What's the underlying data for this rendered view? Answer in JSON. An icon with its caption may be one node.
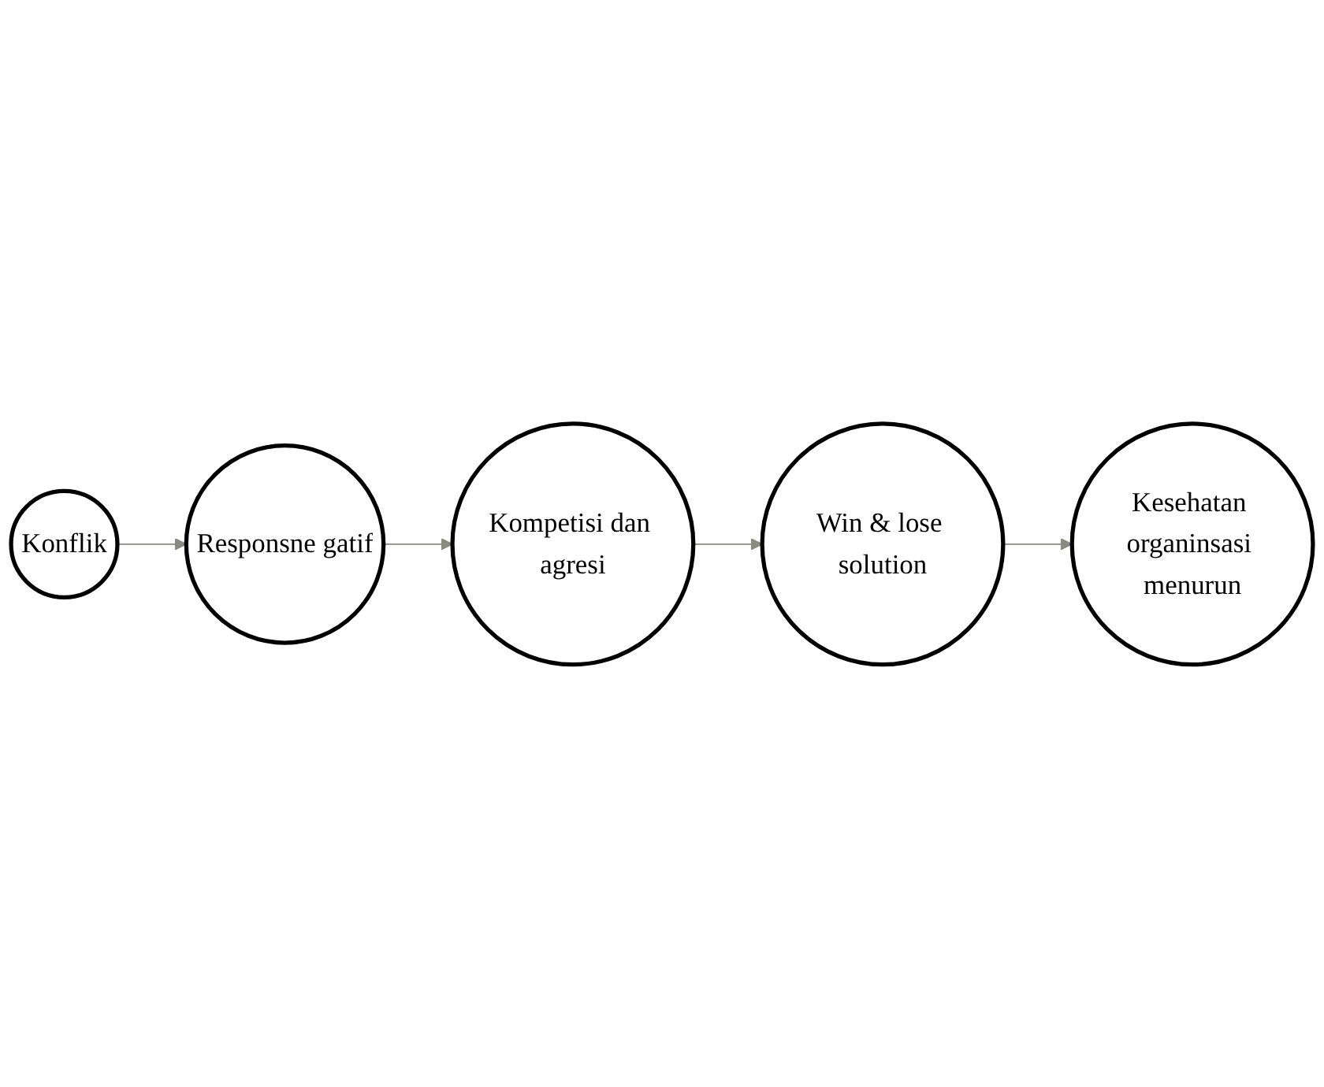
{
  "diagram": {
    "nodes": [
      {
        "text": [
          "Konflik"
        ]
      },
      {
        "text": [
          "Responsne gatif"
        ]
      },
      {
        "text": [
          "Kompetisi dan agresi"
        ]
      },
      {
        "text": [
          "Win & lose solution"
        ]
      },
      {
        "text": [
          "Kesehatan organinsasi menurun"
        ]
      }
    ],
    "edges": [
      {
        "from": 0,
        "to": 1,
        "arrow": "to"
      },
      {
        "from": 1,
        "to": 2,
        "arrow": "to"
      },
      {
        "from": 2,
        "to": 3,
        "arrow": "to"
      },
      {
        "from": 3,
        "to": 4,
        "arrow": "to"
      }
    ]
  }
}
